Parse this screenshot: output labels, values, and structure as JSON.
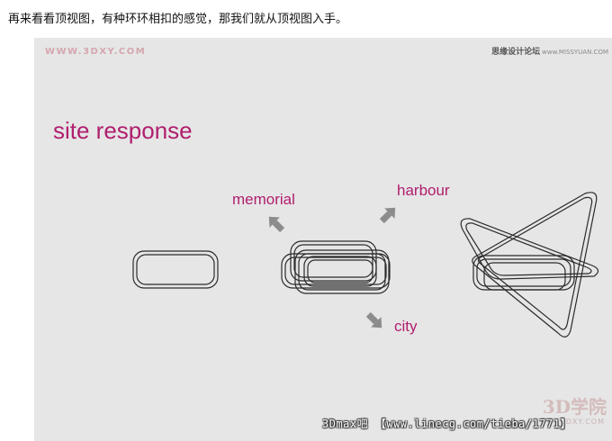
{
  "intro_text": "再来看看顶视图，有种环环相扣的感觉，那我们就从顶视图入手。",
  "figure": {
    "site_logo": "WWW.3DXY.COM",
    "forum_logo": "思缘设计论坛",
    "forum_logo_url": "www.MISSYUAN.COM",
    "title": "site response",
    "labels": {
      "memorial": "memorial",
      "harbour": "harbour",
      "city": "city"
    },
    "footer": "3Dmax吧 【www.linecg.com/tieba/1771】",
    "watermark": "3D学院",
    "watermark_sub": "3DXY.COM"
  },
  "colors": {
    "accent": "#b01e6e",
    "arrow": "#8c8c8c",
    "background": "#e6e6e6",
    "stroke": "#2b2b2b"
  },
  "icons": [
    "arrow-up-left-icon",
    "arrow-up-right-icon",
    "arrow-down-right-icon"
  ]
}
